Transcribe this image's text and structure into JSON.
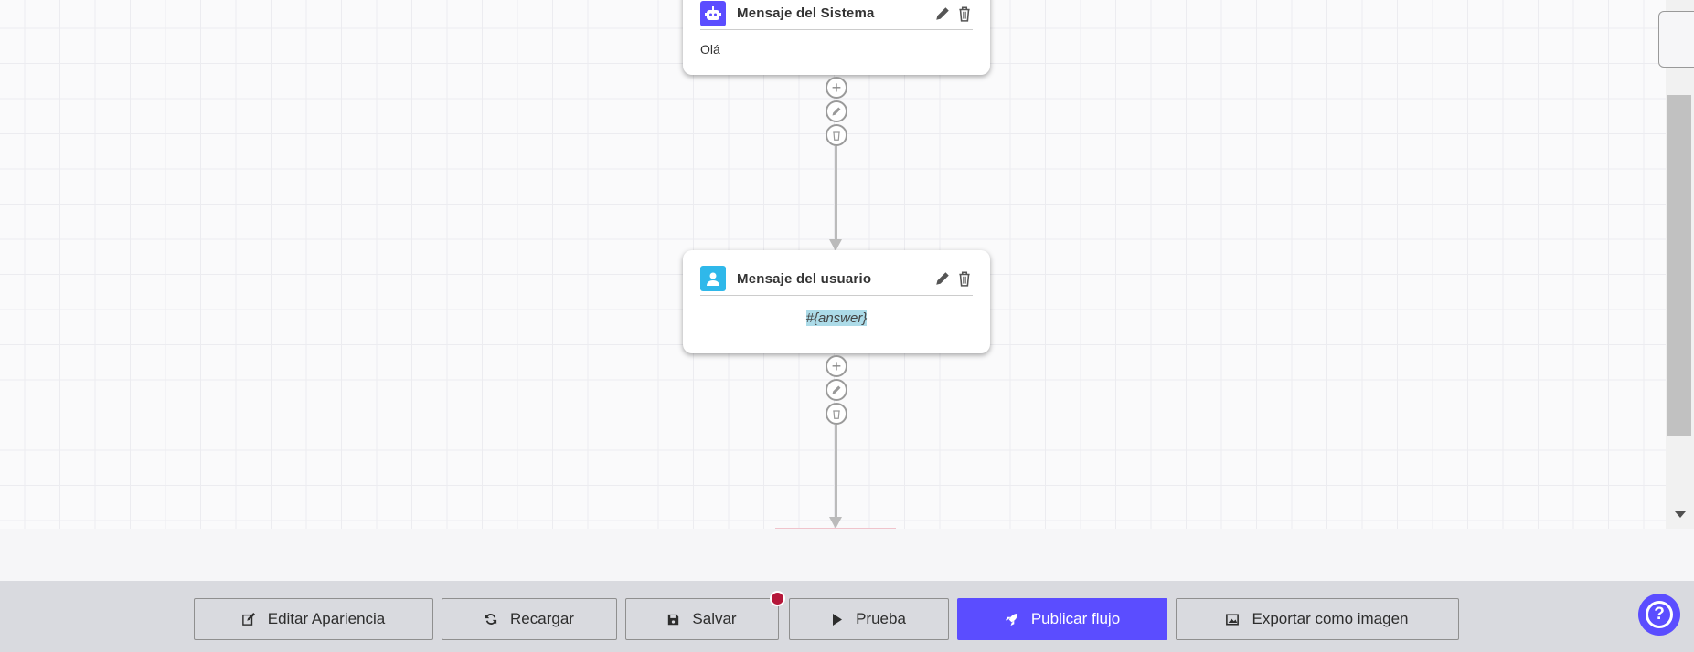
{
  "nodes": [
    {
      "title": "Mensaje del Sistema",
      "icon": "robot-icon",
      "icon_color": "#5b4dff",
      "content": "Olá"
    },
    {
      "title": "Mensaje del usuario",
      "icon": "user-icon",
      "icon_color": "#2fb8ea",
      "content": "#{answer}"
    }
  ],
  "toolbar": {
    "edit_appearance": "Editar Apariencia",
    "reload": "Recargar",
    "save": "Salvar",
    "test": "Prueba",
    "publish": "Publicar flujo",
    "export": "Exportar como imagen"
  },
  "colors": {
    "accent": "#5b4dff",
    "unsaved_dot": "#b5173a"
  },
  "help": {
    "icon": "question-icon",
    "label": "?"
  }
}
